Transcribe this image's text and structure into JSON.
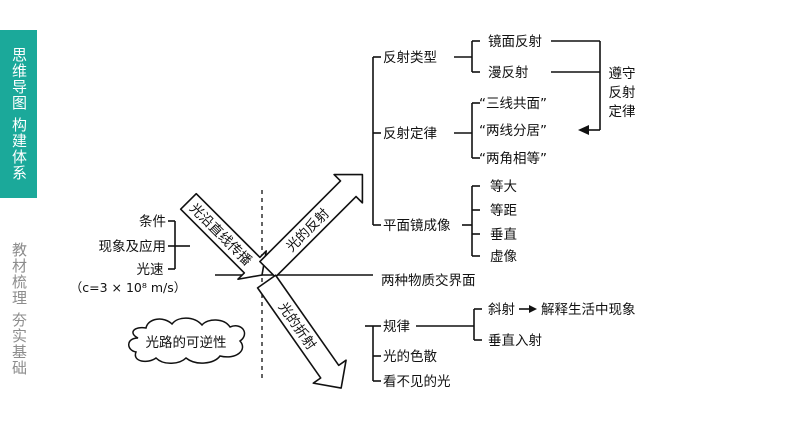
{
  "sidebar": {
    "tab_active": "思维导图 构建体系",
    "tab_inactive": "教材梳理 夯实基础"
  },
  "diagram": {
    "arrow_straight": "光沿直线传播",
    "arrow_reflect": "光的反射",
    "arrow_refract": "光的折射",
    "left_items": [
      "条件",
      "现象及应用",
      "光速"
    ],
    "speed_formula": "（c=3 × 10⁸ m/s）",
    "reversibility": "光路的可逆性",
    "reflection": {
      "types": {
        "label": "反射类型",
        "children": [
          "镜面反射",
          "漫反射"
        ]
      },
      "law": {
        "label": "反射定律",
        "children": [
          "“三线共面”",
          "“两线分居”",
          "“两角相等”"
        ]
      },
      "mirror": {
        "label": "平面镜成像",
        "children": [
          "等大",
          "等距",
          "垂直",
          "虚像"
        ]
      },
      "obey": [
        "遵守",
        "反射",
        "定律"
      ]
    },
    "interface": "两种物质交界面",
    "refraction": {
      "rule": {
        "label": "规律",
        "children": [
          "斜射",
          "解释生活中现象",
          "垂直入射"
        ]
      },
      "dispersion": "光的色散",
      "invisible": "看不见的光"
    }
  }
}
